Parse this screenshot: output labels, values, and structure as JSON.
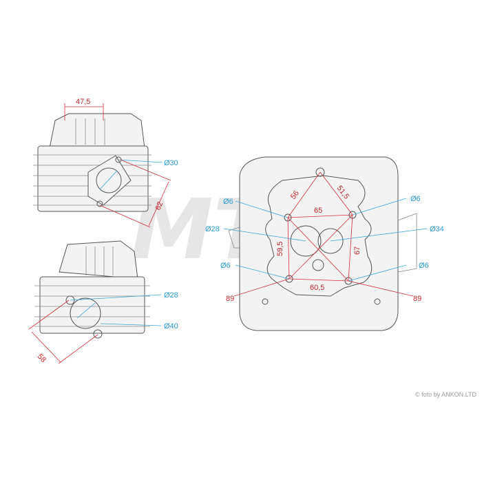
{
  "watermark": "MT",
  "credit": "© foto by ANKON.LTD",
  "colors": {
    "dimension_red": "#c0282d",
    "dimension_blue": "#2a9bd0",
    "sketch": "#555555"
  },
  "top_left_view": {
    "width_label": "47,5",
    "port_diameter": "Ø30",
    "diagonal": "62"
  },
  "bottom_left_view": {
    "port_diameter_small": "Ø28",
    "port_diameter_large": "Ø40",
    "diagonal": "58"
  },
  "right_view": {
    "diag_upper_left": "56",
    "diag_upper_right": "51,5",
    "top_span": "65",
    "left_span": "59,5",
    "right_span": "67",
    "bottom_span": "60,5",
    "bolt_ul": "Ø6",
    "bolt_ur": "Ø6",
    "bolt_ll": "Ø6",
    "bolt_lr": "Ø6",
    "hole_left": "Ø28",
    "hole_right": "Ø34",
    "side_left": "89",
    "side_right": "89"
  }
}
